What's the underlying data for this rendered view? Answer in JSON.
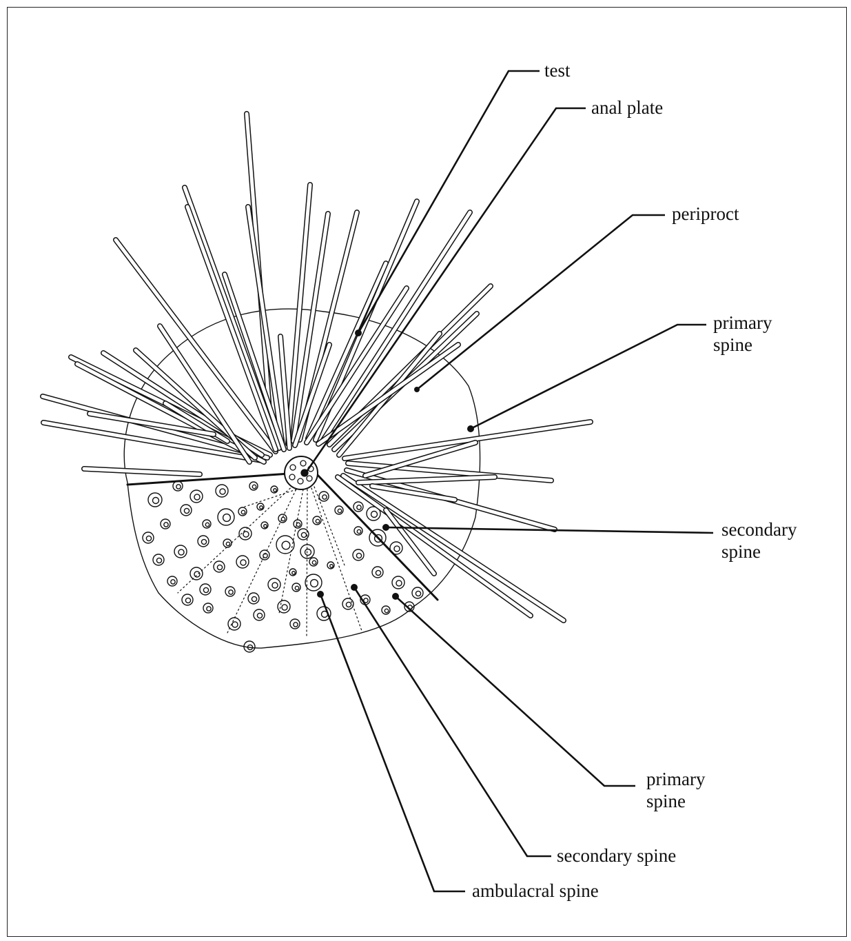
{
  "labels": {
    "test": "test",
    "anal_plate": "anal plate",
    "periproct": "periproct",
    "primary_spine_upper": "primary\nspine",
    "secondary_spine_right": "secondary\nspine",
    "primary_spine_lower": "primary\nspine",
    "secondary_spine_lower": "secondary spine",
    "ambulacral_spine": "ambulacral spine"
  },
  "colors": {
    "ink": "#111111",
    "paper": "#ffffff"
  }
}
